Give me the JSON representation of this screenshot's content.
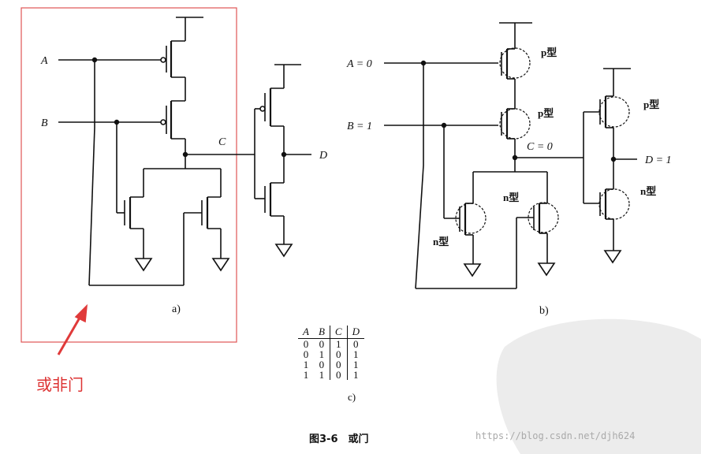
{
  "panel_a": {
    "input_a": "A",
    "input_b": "B",
    "node_c": "C",
    "output_d": "D",
    "caption": "a)"
  },
  "panel_b": {
    "input_a": "A = 0",
    "input_b": "B = 1",
    "node_c": "C = 0",
    "output_d": "D = 1",
    "p_label_1": "p型",
    "p_label_2": "p型",
    "p_label_3": "p型",
    "n_label_1": "n型",
    "n_label_2": "n型",
    "n_label_3": "n型",
    "caption": "b)"
  },
  "truth_table": {
    "headers": [
      "A",
      "B",
      "C",
      "D"
    ],
    "rows": [
      [
        "0",
        "0",
        "1",
        "0"
      ],
      [
        "0",
        "1",
        "0",
        "1"
      ],
      [
        "1",
        "0",
        "0",
        "1"
      ],
      [
        "1",
        "1",
        "0",
        "1"
      ]
    ],
    "caption": "c)"
  },
  "annotation": {
    "text": "或非门",
    "color": "#d33333"
  },
  "figure_caption": "图3-6　或门",
  "watermark": "https://blog.csdn.net/djh624"
}
